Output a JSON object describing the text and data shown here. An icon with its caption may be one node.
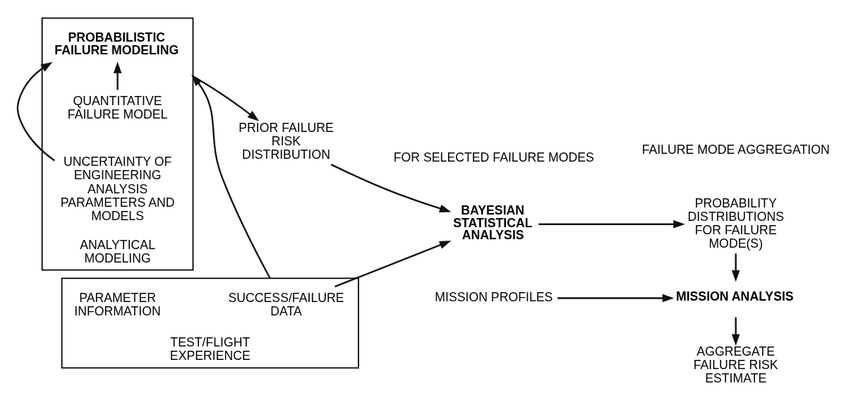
{
  "diagram": {
    "nodes": [
      {
        "text": [
          "ANALYTICAL MODELING"
        ]
      },
      {
        "text": [
          "QUANTITATIVE FAILURE MODEL"
        ],
        "in": 0
      },
      {
        "text": [
          "PROBABILISTIC FAILURE MODELING"
        ],
        "in": 0
      },
      {
        "text": [
          "UNCERTAINTY OF ENGINEERING ANALYSIS PARAMETERS AND MODELS"
        ],
        "in": 0
      },
      {
        "text": [
          "PRIOR FAILURE RISK DISTRIBUTION"
        ]
      },
      {
        "text": [
          "BAYESIAN STATISTICAL ANALYSIS"
        ]
      },
      {
        "text": [
          "PROBABILITY DISTRIBUTIONS FOR FAILURE MODE(S)"
        ]
      },
      {
        "text": [
          "MISSION PROFILES"
        ]
      },
      {
        "text": [
          "MISSION ANALYSIS"
        ]
      },
      {
        "text": [
          "AGGREGATE FAILURE RISK ESTIMATE"
        ]
      },
      {
        "text": [
          "TEST/FLIGHT EXPERIENCE"
        ]
      },
      {
        "text": [
          "PARAMETER INFORMATION"
        ],
        "in": 10
      },
      {
        "text": [
          "SUCCESS/FAILURE DATA"
        ],
        "in": 10
      }
    ],
    "edges": [
      {
        "from": 1,
        "to": 2,
        "arrow": "to"
      },
      {
        "from": 3,
        "to": 2,
        "arrow": "to"
      },
      {
        "from": 0,
        "to": 4,
        "arrow": "to"
      },
      {
        "from": 4,
        "to": 5,
        "arrow": "to"
      },
      {
        "from": 5,
        "to": 6,
        "arrow": "to"
      },
      {
        "from": 6,
        "to": 8,
        "arrow": "to"
      },
      {
        "from": 7,
        "to": 8,
        "arrow": "to"
      },
      {
        "from": 8,
        "to": 9,
        "arrow": "to"
      },
      {
        "from": 12,
        "to": 5,
        "arrow": "to"
      },
      {
        "from": 10,
        "to": 0,
        "arrow": "to"
      }
    ],
    "labels": [
      "FOR SELECTED FAILURE MODES",
      "FAILURE MODE AGGREGATION"
    ]
  }
}
